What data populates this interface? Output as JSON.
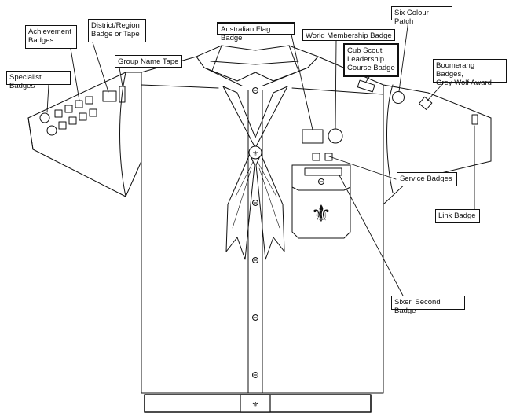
{
  "labels": {
    "achievement": "Achievement\nBadges",
    "district": "District/Region\nBadge or Tape",
    "group_name": "Group Name Tape",
    "specialist": "Specialist Badges",
    "australian_flag": "Australian Flag Badge",
    "world_membership": "World Membership Badge",
    "cub_scout": "Cub Scout\nLeadership\nCourse Badge",
    "six_colour": "Six Colour Patch",
    "boomerang": "Boomerang Badges,\nGrey Wolf Award",
    "service": "Service Badges",
    "link": "Link Badge",
    "sixer": "Sixer, Second Badge"
  },
  "colors": {
    "line": "#111111",
    "background": "#ffffff"
  },
  "icons": {
    "pocket_emblem": "fleur-de-lis-icon",
    "belt_emblem": "scout-emblem-icon"
  }
}
